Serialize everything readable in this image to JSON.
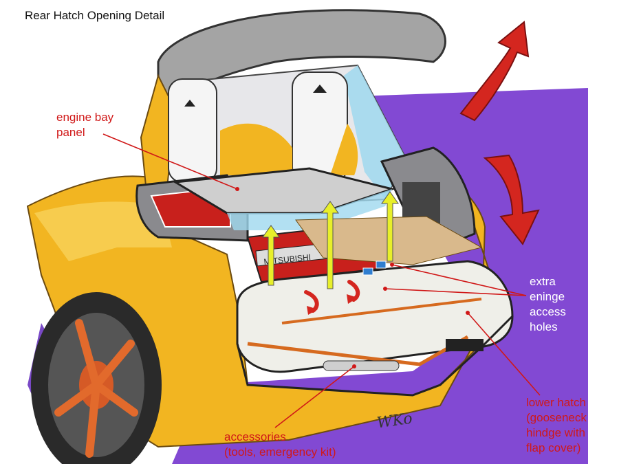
{
  "title": "Rear Hatch Opening Detail",
  "labels": {
    "engine_bay_panel": [
      "engine bay",
      "panel"
    ],
    "extra_engine_access_holes": [
      "extra",
      "eninge",
      "access",
      "holes"
    ],
    "lower_hatch": [
      "lower hatch",
      "(gooseneck",
      "hindge with",
      "flap cover)"
    ],
    "accessories": [
      "accessories",
      "(tools, emergency kit)"
    ]
  },
  "badge_text": "MITSUBISHI",
  "signature": "WKo",
  "colors": {
    "label_red": "#d01818",
    "label_white": "#ffffff",
    "body_yellow": "#f2b521",
    "purple": "#7b3fd1",
    "arrow_red": "#d4261f",
    "arrow_yellow": "#e8ef2a",
    "glass_blue": "#9fd8ef",
    "engine_red": "#c8201c"
  },
  "icons": [
    "big-up-arrow",
    "big-down-arrow",
    "lift-arrows",
    "flip-arrows",
    "leader-lines"
  ]
}
